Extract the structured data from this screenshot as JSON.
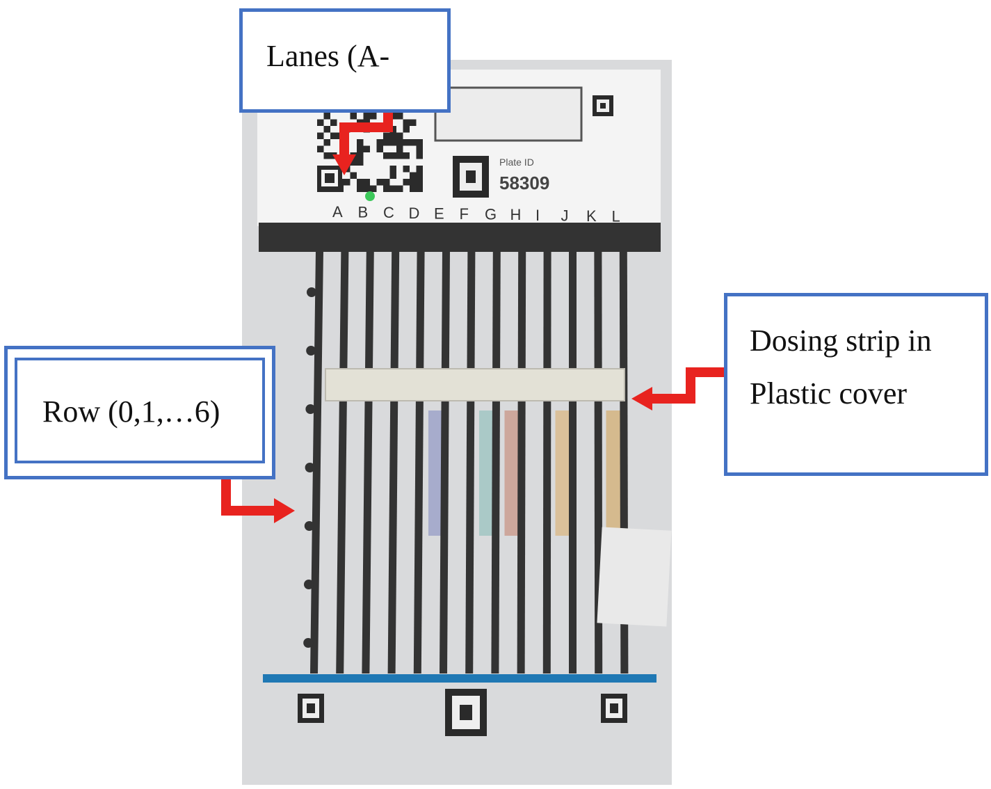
{
  "callouts": {
    "lanes": {
      "text": "Lanes (A-"
    },
    "row": {
      "text": "Row (0,1,…6)"
    },
    "dosing": {
      "line1": "Dosing strip in",
      "line2": "Plastic cover"
    }
  },
  "card": {
    "lane_letters": [
      "A",
      "B",
      "C",
      "D",
      "E",
      "F",
      "G",
      "H",
      "I",
      "J",
      "K",
      "L"
    ],
    "plate_id_label": "Plate ID",
    "plate_id_value": "58309"
  },
  "colors": {
    "callout_border": "#4472c4",
    "arrow": "#e8231f",
    "card_background": "#d9dadc",
    "lane_bar": "#333333",
    "baseline": "#1f78b4",
    "lane_tints": [
      "#9aa0c8",
      "#9ec4c2",
      "#c99a8c",
      "#d9b98a",
      "#d3b27a"
    ]
  }
}
